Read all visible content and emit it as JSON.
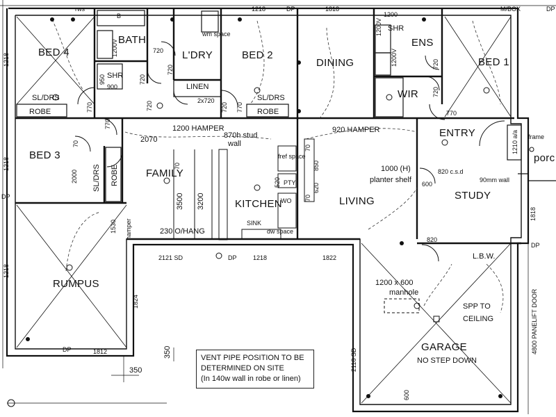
{
  "rooms": {
    "bed4": "BED 4",
    "bath": "BATH",
    "ldry": "L'DRY",
    "bed2": "BED 2",
    "dining": "DINING",
    "ens": "ENS",
    "bed1": "BED 1",
    "wir": "WIR",
    "entry": "ENTRY",
    "bed3": "BED 3",
    "family": "FAMILY",
    "kitchen": "KITCHEN",
    "living": "LIVING",
    "study": "STUDY",
    "rumpus": "RUMPUS",
    "garage": "GARAGE",
    "porch": "porc"
  },
  "labels": {
    "robe_left_bed4": "ROBE",
    "sl_drs_bed4": "SL/DRS",
    "robe_bed2": "ROBE",
    "sl_drs_bed2": "SL/DRS",
    "robe_bed3": "ROBE",
    "sl_drs_bed3": "SL/DRS",
    "linen": "LINEN",
    "shr_bath": "SHR",
    "shr_ens": "SHR",
    "wm_space": "wm space",
    "hamper_1200": "1200 HAMPER",
    "hamper_920": "920 HAMPER",
    "stud_wall_1": "870h stud",
    "stud_wall_2": "wall",
    "planter_1": "1000 (H)",
    "planter_2": "planter shelf",
    "csd": "820 c.s.d",
    "wall_90": "90mm wall",
    "hang": "230 O/HANG",
    "hamper_side": "hamper",
    "sink": "SINK",
    "dw_space": "dw space",
    "fridge_space": "fref space",
    "pty": "PTY",
    "wo": "WO",
    "lbw": "L.B.W.",
    "manhole_1": "1200 x 600",
    "manhole_2": "manhole",
    "spp_1": "SPP TO",
    "spp_2": "CEILING",
    "no_step": "NO STEP DOWN",
    "panelift": "4800 PANELIFT DOOR",
    "mbox": "M/BOX",
    "frame_1": "1210 a/a",
    "frame_2": "frame",
    "rws": "rws",
    "sd_2121": "2121 SD",
    "sd_2118": "2118 SD",
    "dp": "DP",
    "b": "B"
  },
  "dimensions": {
    "d1218_top": "1218",
    "d1818_top": "1818",
    "d1218_left1": "1218",
    "d1218_left2": "1218",
    "d1218_left3": "1218",
    "d1218_mid": "1218",
    "d1822": "1822",
    "d1812": "1812",
    "d1824": "1824",
    "d1818_right": "1818",
    "d720_a": "720",
    "d720_b": "720",
    "d720_c": "720",
    "d720_d": "720",
    "d720_e": "720",
    "d720_f": "720",
    "d720_g": "720",
    "d2x720": "2x720",
    "d770_a": "770",
    "d770_b": "770",
    "d770_c": "770",
    "d770_d": "770",
    "d950": "950",
    "d900": "900",
    "d1200v_bath": "1200V",
    "d1200_ens": "1200",
    "d1200v_ens": "1200V",
    "d1200v_ens2": "1200V",
    "d2070": "2070",
    "d2000": "2000",
    "d70_a": "70",
    "d70_b": "70",
    "d70_c": "70",
    "d70_d": "70",
    "d3500": "3500",
    "d3200": "3200",
    "d850": "850",
    "d620": "620",
    "d520": "520",
    "d600_a": "600",
    "d600_b": "600",
    "d820": "820",
    "d1530": "1530",
    "d350_v": "350",
    "d350_h": "350"
  },
  "note": {
    "line1": "VENT PIPE POSITION TO BE",
    "line2": "DETERMINED ON SITE",
    "line3": "(In 140w wall in robe or linen)"
  }
}
